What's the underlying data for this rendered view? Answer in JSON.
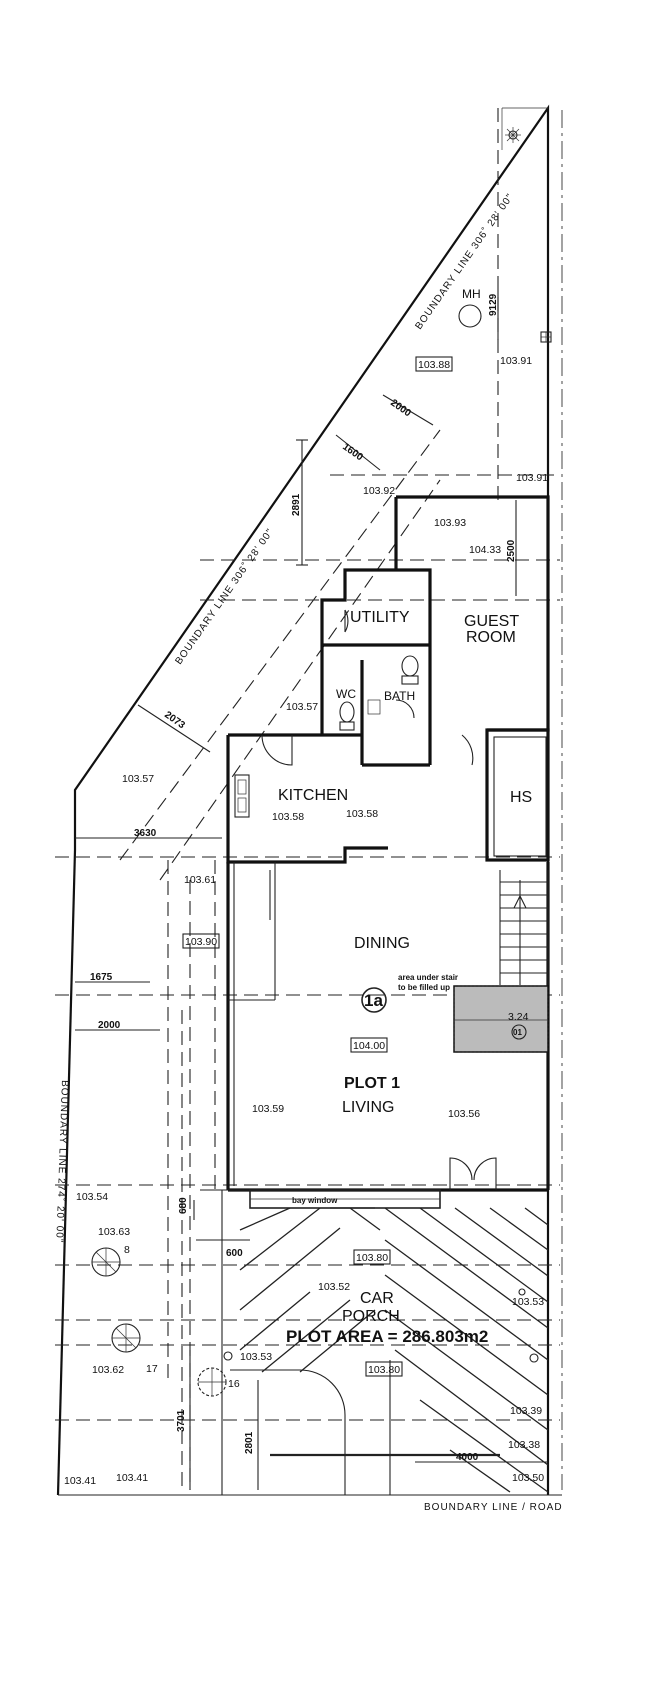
{
  "rooms": {
    "utility": "UTILITY",
    "guest_room_line1": "GUEST",
    "guest_room_line2": "ROOM",
    "wc": "WC",
    "bath": "BATH",
    "kitchen": "KITCHEN",
    "hs": "HS",
    "dining": "DINING",
    "plot_label": "PLOT 1",
    "living": "LIVING",
    "car_porch_line1": "CAR",
    "car_porch_line2": "PORCH",
    "mh": "MH"
  },
  "plot_area": "PLOT AREA = 286.803m2",
  "unit_mark": "1a",
  "stair_note_line1": "area under stair",
  "stair_note_line2": "to be filled up",
  "stair_level": "3.24",
  "stair_mark": "01",
  "bay_window_label": "bay    window",
  "boundary_lines": {
    "north_east": "BOUNDARY LINE 306˚ 28' 00\"",
    "north_west": "BOUNDARY LINE 306˚ 28' 00\"",
    "west": "BOUNDARY LINE 274˚ 20' 00\"",
    "road": "BOUNDARY LINE / ROAD"
  },
  "boxed_levels": {
    "top": "103.88",
    "left": "103.90",
    "center": "104.00",
    "porch_top": "103.80",
    "porch_bottom": "103.80"
  },
  "levels": {
    "l1": "103.91",
    "l2": "103.91",
    "l3": "103.92",
    "l4": "103.93",
    "l5": "104.33",
    "l6": "103.57",
    "l7": "103.57",
    "l8": "103.58",
    "l9": "103.58",
    "l10": "103.61",
    "l11": "103.59",
    "l12": "103.56",
    "l13": "103.54",
    "l14": "103.63",
    "l15": "103.52",
    "l16": "103.53",
    "l17": "103.62",
    "l18": "103.53",
    "l19": "103.39",
    "l20": "103.38",
    "l21": "103.50",
    "l22": "103.41",
    "l23": "103.41"
  },
  "dimensions": {
    "d9129": "9129",
    "d2000a": "2000",
    "d1600": "1600",
    "d2891": "2891",
    "d2500": "2500",
    "d2073": "2073",
    "d3630": "3630",
    "d1675": "1675",
    "d2000b": "2000",
    "d680": "680",
    "d600": "600",
    "d3701": "3701",
    "d2801": "2801",
    "d4000": "4000"
  },
  "tree_marks": {
    "t1": "8",
    "t2": "17",
    "t3": "16"
  }
}
